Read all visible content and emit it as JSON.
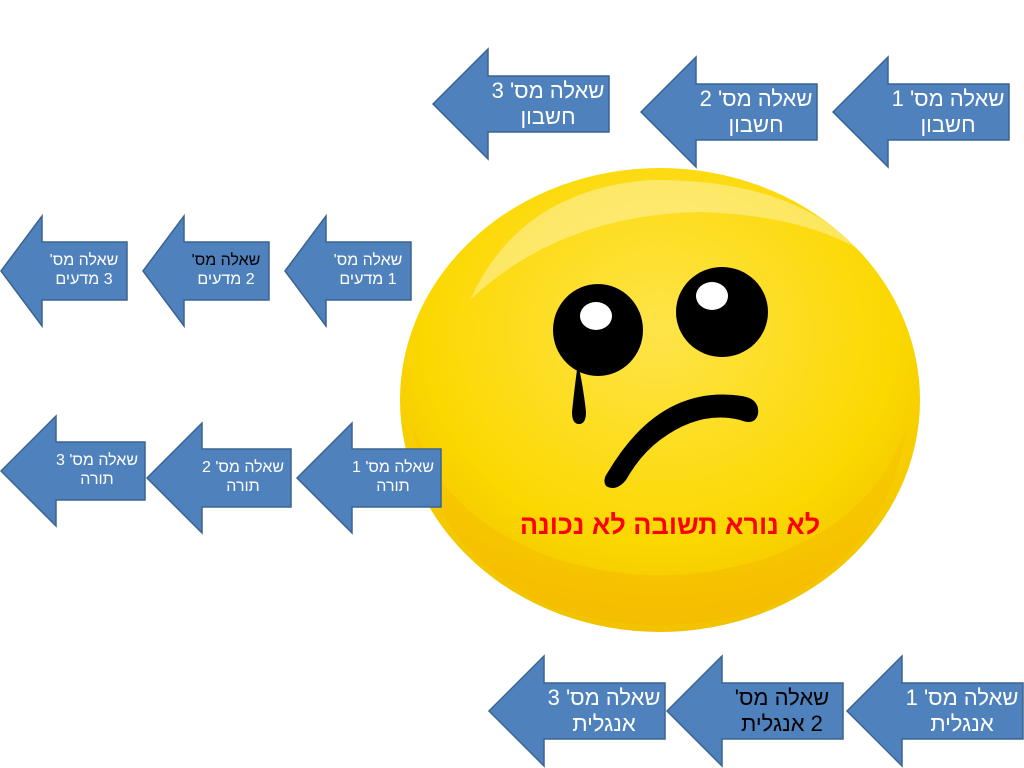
{
  "message": "לא נורא תשובה לא נכונה",
  "colors": {
    "arrow_fill": "#4f81bd",
    "arrow_stroke": "#3a6391",
    "message": "#ff0000",
    "smiley_face": "#fbd800"
  },
  "math": {
    "q1": {
      "line1": "שאלה מס' 1",
      "line2": "חשבון"
    },
    "q2": {
      "line1": "שאלה מס' 2",
      "line2": "חשבון"
    },
    "q3": {
      "line1": "שאלה מס' 3",
      "line2": "חשבון"
    }
  },
  "science": {
    "q1": {
      "line1": "שאלה מס'",
      "line2": "1  מדעים"
    },
    "q2": {
      "line1": "שאלה מס'",
      "line2": "2 מדעים"
    },
    "q3": {
      "line1": "שאלה מס'",
      "line2": "3 מדעים"
    }
  },
  "torah": {
    "q1": {
      "line1": "שאלה מס' 1",
      "line2": "תורה"
    },
    "q2": {
      "line1": "שאלה מס' 2",
      "line2": "תורה"
    },
    "q3": {
      "line1": "שאלה מס' 3",
      "line2": "תורה"
    }
  },
  "english": {
    "q1": {
      "line1": "שאלה מס' 1",
      "line2": "אנגלית"
    },
    "q2": {
      "line1": "שאלה מס'",
      "line2": "2 אנגלית"
    },
    "q3": {
      "line1": "שאלה מס' 3",
      "line2": "אנגלית"
    }
  }
}
